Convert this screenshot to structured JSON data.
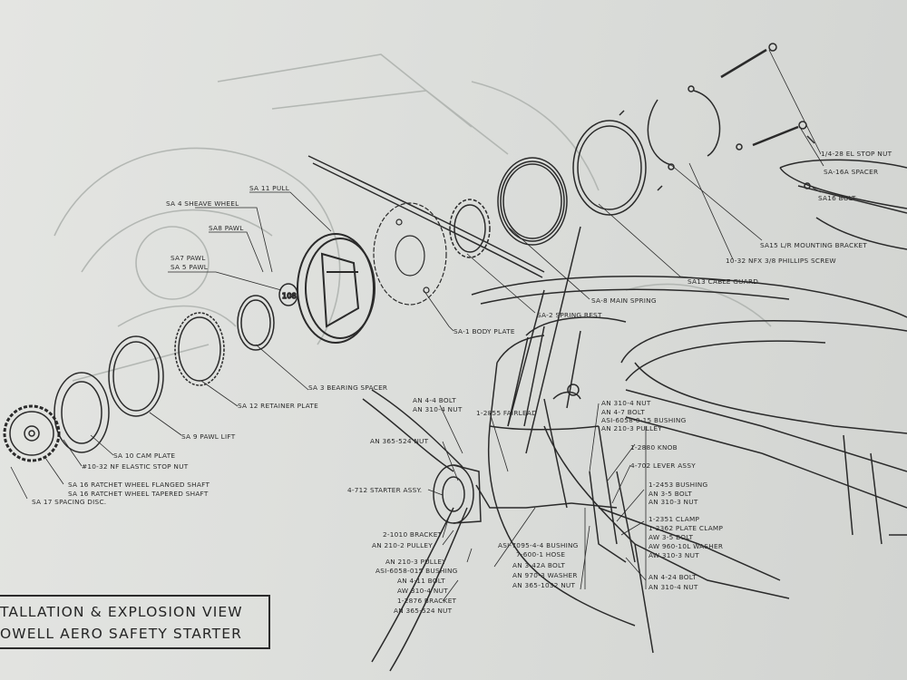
{
  "title": {
    "line1": "TALLATION & EXPLOSION VIEW",
    "line2": "OWELL AERO SAFETY STARTER"
  },
  "labels": {
    "sa11_pull": "SA 11 PULL",
    "sa4_sheave_wheel": "SA 4 SHEAVE WHEEL",
    "sa8_pawl": "SA8 PAWL",
    "sa7_pawl": "SA7 PAWL",
    "sa5_pawl": "SA 5 PAWL",
    "sa3_bearing_spacer": "SA 3 BEARING SPACER",
    "sa12_retainer_plate": "SA 12 RETAINER PLATE",
    "sa9_pawl_lift": "SA 9 PAWL LIFT",
    "sa10_cam_plate": "SA 10 CAM PLATE",
    "elastic_stop_nut": "#10-32 NF ELASTIC STOP NUT",
    "sa16_flanged": "SA 16 RATCHET WHEEL FLANGED SHAFT",
    "sa16_tapered": "SA 16 RATCHET WHEEL TAPERED SHAFT",
    "sa17_spacing_disc": "SA 17 SPACING DISC.",
    "sa1_body_plate": "SA-1 BODY PLATE",
    "sa2_spring_rest": "SA-2 SPRING REST",
    "sa8_main_spring": "SA-8 MAIN SPRING",
    "sa13_cable_guard": "SA13 CABLE GUARD",
    "phillips_screw": "10-32 NFX 3/8 PHILLIPS SCREW",
    "sa15_mounting_bracket": "SA15 L/R MOUNTING BRACKET",
    "stop_nut_28": "1/4-28 EL STOP NUT",
    "sa16a": "SA-16A SPACER",
    "sa16_bolt": "SA16 BOLT",
    "an4_4_bolt": "AN 4-4 BOLT",
    "an310_4_nut_a": "AN 310-4 NUT",
    "fairlead": "1-2855 FAIRLEAD",
    "an365_524_nut_a": "AN 365-524 NUT",
    "starter_assy": "4-712 STARTER ASSY.",
    "bracket_2_1010": "2-1010 BRACKET",
    "an210_2_pulley": "AN 210-2 PULLEY",
    "an210_3_pulley_a": "AN 210-3 PULLEY",
    "bushing_asi6058_015": "ASI-6058-015 BUSHING",
    "an4_11_bolt": "AN 4-11 BOLT",
    "aw310_4_nut": "AW 310-4 NUT",
    "bracket_1_2876": "1-2876 BRACKET",
    "an365_524_nut_b": "AN 365-524 NUT",
    "bushing_asi7095": "ASI-7095-4-4 BUSHING",
    "hose_7_600_1": "7-600-1 HOSE",
    "an3_42a_bolt": "AN 3-42A BOLT",
    "an970_3_washer": "AN 970-3 WASHER",
    "an365_1032_nut": "AN 365-1032 NUT",
    "an310_4_nut_b": "AN 310-4 NUT",
    "an4_7_bolt": "AN 4-7 BOLT",
    "bushing_asi6058_015b": "ASI-6058-0-15 BUSHING",
    "an210_3_pulley_b": "AN 210-3 PULLEY",
    "knob_1_2880": "1-2880 KNOB",
    "lever_assy": "4-702 LEVER ASSY",
    "bushing_1_2453": "1-2453 BUSHING",
    "an3_5_bolt_a": "AN 3-5 BOLT",
    "an310_3_nut_a": "AN 310-3 NUT",
    "clamp_1_2351": "1-2351 CLAMP",
    "plate_clamp": "1-2362 PLATE CLAMP",
    "aw3_5_bolt": "AW 3-5 BOLT",
    "aw960_10l_washer": "AW 960-10L WASHER",
    "aw310_3_nut": "AW 310-3 NUT",
    "an4_24_bolt": "AN 4-24 BOLT",
    "an310_4_nut_c": "AN 310-4 NUT"
  },
  "colors": {
    "ink": "#2a2a2a",
    "paper": "#dcdedb",
    "faint": "#aeb2ae"
  }
}
